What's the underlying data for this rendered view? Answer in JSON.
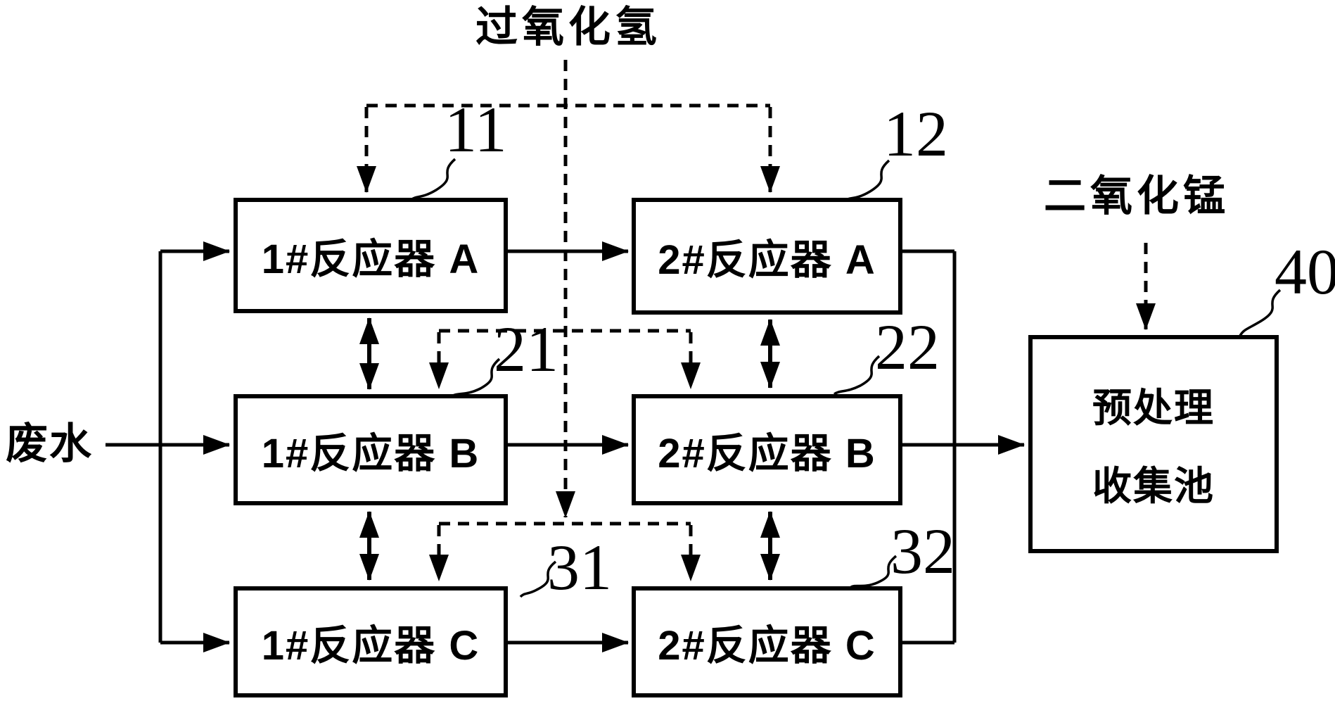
{
  "figure": {
    "chemical_inputs": {
      "hydrogen_peroxide": "过氧化氢",
      "manganese_dioxide": "二氧化锰"
    },
    "wastewater_label": "废水",
    "reactors": {
      "a1": {
        "name": "1#反应器 A",
        "ref": "11"
      },
      "a2": {
        "name": "2#反应器 A",
        "ref": "12"
      },
      "b1": {
        "name": "1#反应器 B",
        "ref": "21"
      },
      "b2": {
        "name": "2#反应器 B",
        "ref": "22"
      },
      "c1": {
        "name": "1#反应器 C",
        "ref": "31"
      },
      "c2": {
        "name": "2#反应器 C",
        "ref": "32"
      }
    },
    "collection_pool": {
      "name_line1": "预处理",
      "name_line2": "收集池",
      "ref": "40"
    },
    "colors": {
      "ink": "#000000",
      "background": "#ffffff"
    }
  }
}
